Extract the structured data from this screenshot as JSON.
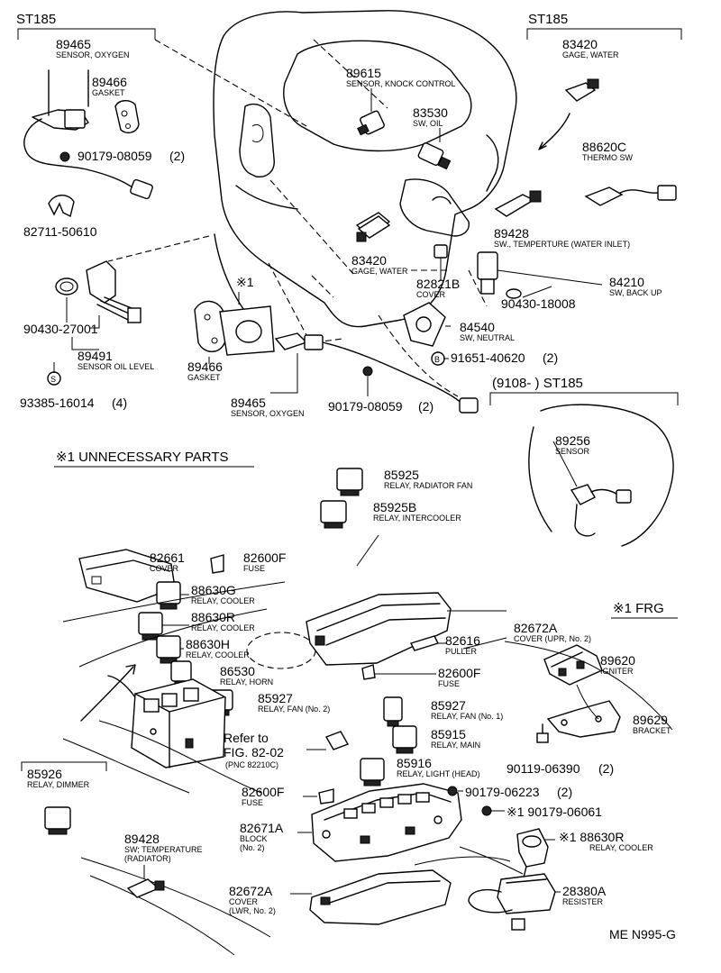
{
  "header": {
    "left_model": "ST185",
    "right_model": "ST185",
    "right_mid_model": "(9108-        ) ST185",
    "unnecessary_parts": "※1 UNNECESSARY PARTS",
    "frg": "※1 FRG",
    "footer_code": "ME N995-G"
  },
  "callouts": {
    "c89465_top": {
      "num": "89465",
      "desc": "SENSOR, OXYGEN"
    },
    "c89466_top": {
      "num": "89466",
      "desc": "GASKET"
    },
    "c90179_top": {
      "num": "90179-08059",
      "qty": "(2)"
    },
    "c82711": {
      "num": "82711-50610"
    },
    "c90430_27001": {
      "num": "90430-27001"
    },
    "c89491": {
      "num": "89491",
      "desc": "SENSOR OIL LEVEL"
    },
    "c93385": {
      "num": "93385-16014",
      "qty": "(4)",
      "marker": "S"
    },
    "c89615": {
      "num": "89615",
      "desc": "SENSOR, KNOCK CONTROL"
    },
    "c83530": {
      "num": "83530",
      "desc": "SW, OIL"
    },
    "c83420_top": {
      "num": "83420",
      "desc": "GAGE, WATER"
    },
    "c88620c": {
      "num": "88620C",
      "desc": "THERMO SW"
    },
    "c89428_top": {
      "num": "89428",
      "desc": "SW., TEMPERTURE (WATER INLET)"
    },
    "c83420_mid": {
      "num": "83420",
      "desc": "GAGE, WATER"
    },
    "c82821b": {
      "num": "82821B",
      "desc": "COVER"
    },
    "c84210": {
      "num": "84210",
      "desc": "SW, BACK UP"
    },
    "c90430_18008": {
      "num": "90430-18008"
    },
    "c84540": {
      "num": "84540",
      "desc": "SW, NEUTRAL"
    },
    "c91651": {
      "num": "91651-40620",
      "qty": "(2)",
      "marker": "B"
    },
    "c_note1": {
      "mark": "※1"
    },
    "c89466_mid": {
      "num": "89466",
      "desc": "GASKET"
    },
    "c89465_mid": {
      "num": "89465",
      "desc": "SENSOR, OXYGEN"
    },
    "c90179_mid": {
      "num": "90179-08059",
      "qty": "(2)"
    },
    "c89256": {
      "num": "89256",
      "desc": "SENSOR"
    },
    "c85925": {
      "num": "85925",
      "desc": "RELAY, RADIATOR FAN"
    },
    "c85925b": {
      "num": "85925B",
      "desc": "RELAY, INTERCOOLER"
    },
    "c82661": {
      "num": "82661",
      "desc": "COVER"
    },
    "c82600f_top": {
      "num": "82600F",
      "desc": "FUSE"
    },
    "c88630g": {
      "num": "88630G",
      "desc": "RELAY, COOLER"
    },
    "c88630r": {
      "num": "88630R",
      "desc": "RELAY, COOLER"
    },
    "c88630h": {
      "num": "88630H",
      "desc": "RELAY, COOLER"
    },
    "c86530": {
      "num": "86530",
      "desc": "RELAY, HORN"
    },
    "c85927_left": {
      "num": "85927",
      "desc": "RELAY, FAN (No. 2)"
    },
    "c82672a_top": {
      "num": "82672A",
      "desc": "COVER (UPR, No. 2)"
    },
    "c82616": {
      "num": "82616",
      "desc": "PULLER"
    },
    "c82600f_mid": {
      "num": "82600F",
      "desc": "FUSE"
    },
    "c89620": {
      "num": "89620",
      "desc": "IGNITER"
    },
    "c85927_right": {
      "num": "85927",
      "desc": "RELAY, FAN (No. 1)"
    },
    "c85915": {
      "num": "85915",
      "desc": "RELAY, MAIN"
    },
    "c89629": {
      "num": "89629",
      "desc": "BRACKET"
    },
    "c85916": {
      "num": "85916",
      "desc": "RELAY, LIGHT (HEAD)"
    },
    "c90119": {
      "num": "90119-06390",
      "qty": "(2)"
    },
    "c90179_06223": {
      "num": "90179-06223",
      "qty": "(2)"
    },
    "c90179_06061": {
      "num": "※1 90179-06061"
    },
    "refer": {
      "line1": "Refer to",
      "line2": "FIG. 82-02",
      "line3": "(PNC 82210C)"
    },
    "c85926": {
      "num": "85926",
      "desc": "RELAY, DIMMER"
    },
    "c82600f_low": {
      "num": "82600F",
      "desc": "FUSE"
    },
    "c82671a": {
      "num": "82671A",
      "desc": "BLOCK",
      "desc2": "(No. 2)"
    },
    "c88630r_low": {
      "num": "※1 88630R",
      "desc": "RELAY, COOLER"
    },
    "c89428_low": {
      "num": "89428",
      "desc": "SW; TEMPERATURE",
      "desc2": "(RADIATOR)"
    },
    "c82672a_low": {
      "num": "82672A",
      "desc": "COVER",
      "desc2": "(LWR, No. 2)"
    },
    "c28380a": {
      "num": "28380A",
      "desc": "RESISTER"
    }
  }
}
